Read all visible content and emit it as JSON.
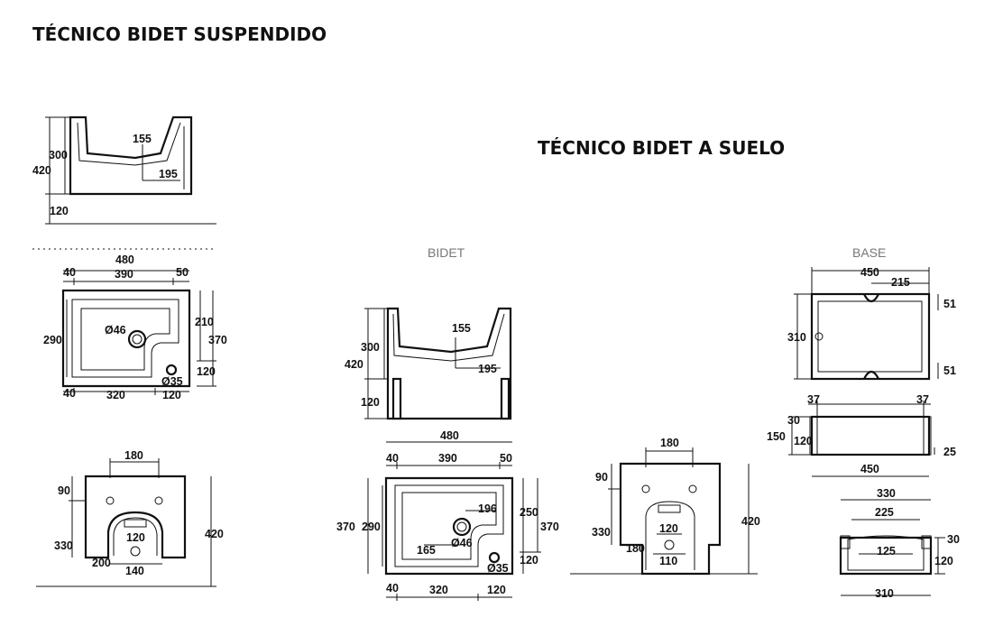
{
  "titles": {
    "suspendido": "TÉCNICO BIDET SUSPENDIDO",
    "suelo": "TÉCNICO BIDET A SUELO"
  },
  "subtitles": {
    "bidet": "BIDET",
    "base": "BASE"
  },
  "dims": {
    "s_side": [
      "300",
      "420",
      "155",
      "195",
      "120"
    ],
    "s_top": [
      "480",
      "40",
      "390",
      "50",
      "290",
      "210",
      "370",
      "Ø46",
      "120",
      "Ø35",
      "40",
      "320",
      "120"
    ],
    "s_rear": [
      "180",
      "90",
      "330",
      "420",
      "120",
      "200",
      "140"
    ],
    "f_side": [
      "300",
      "420",
      "155",
      "195",
      "120"
    ],
    "f_top": [
      "480",
      "40",
      "390",
      "50",
      "370",
      "290",
      "196",
      "250",
      "370",
      "Ø46",
      "165",
      "120",
      "Ø35",
      "40",
      "320",
      "120"
    ],
    "f_rear": [
      "180",
      "90",
      "330",
      "420",
      "120",
      "180",
      "110"
    ],
    "b_top": [
      "450",
      "215",
      "51",
      "310",
      "51"
    ],
    "b_side": [
      "37",
      "37",
      "30",
      "150",
      "120",
      "25",
      "450"
    ],
    "b_front": [
      "330",
      "225",
      "125",
      "30",
      "120",
      "310"
    ]
  }
}
